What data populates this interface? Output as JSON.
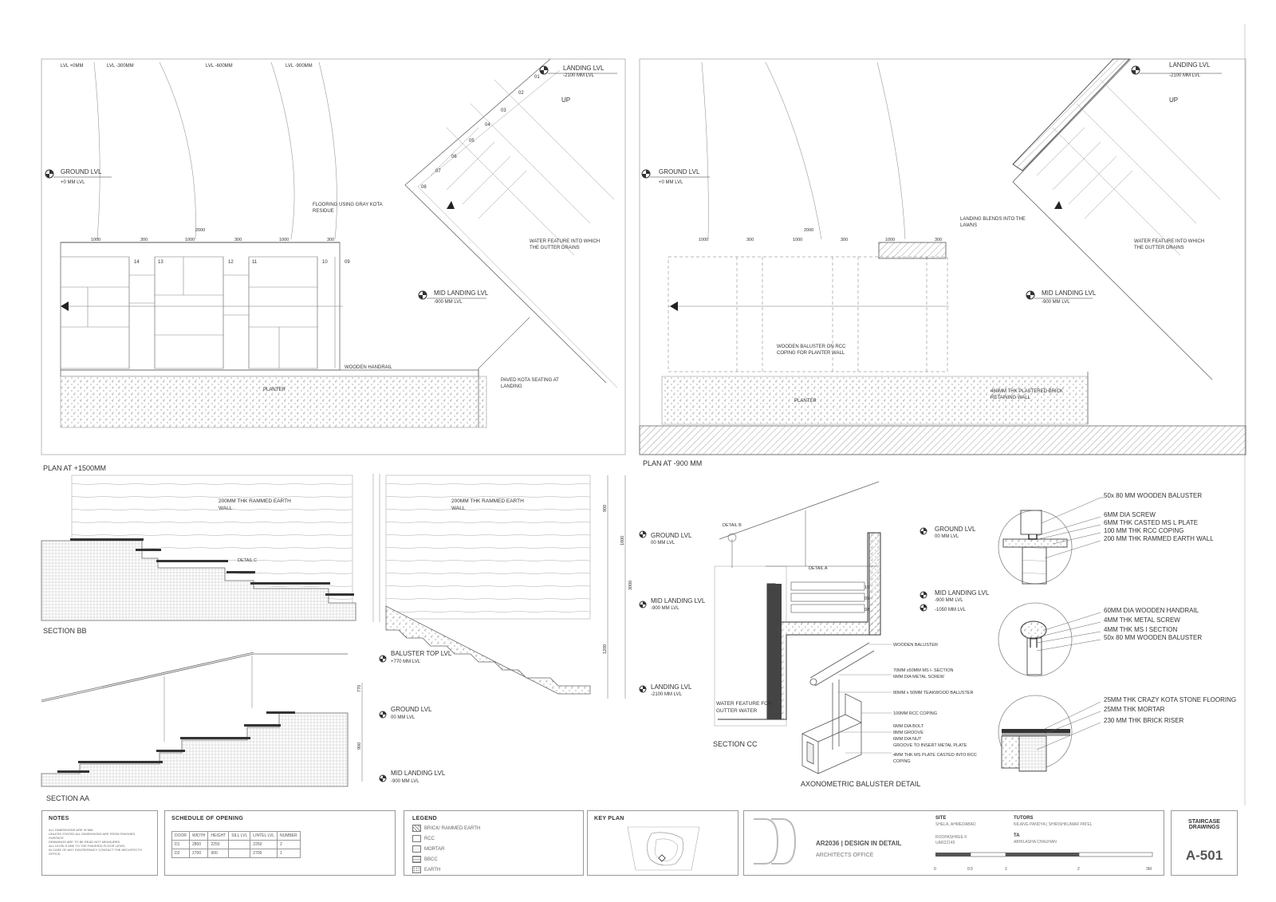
{
  "plan_left": {
    "title": "PLAN AT +1500MM",
    "levels": [
      "LVL +0MM",
      "LVL -300MM",
      "LVL -600MM",
      "LVL -900MM"
    ],
    "ground": {
      "label": "GROUND LVL",
      "value": "+0 MM LVL"
    },
    "landing": {
      "label": "LANDING LVL",
      "value": "-2100 MM LVL"
    },
    "mid": {
      "label": "MID LANDING LVL",
      "value": "-900 MM LVL"
    },
    "up": "UP",
    "notes": {
      "flooring_1": "FLOORING USING GRAY KOTA",
      "flooring_2": "RESIDUE",
      "water_1": "WATER FEATURE INTO WHICH",
      "water_2": "THE GUTTER DRAINS",
      "handrail": "WOODEN HANDRAIL",
      "planter": "PLANTER",
      "paved_1": "PAVED KOTA SEATING AT",
      "paved_2": "LANDING"
    },
    "dims": [
      "1000",
      "300",
      "1000",
      "300",
      "1000",
      "300"
    ],
    "overall": "2000",
    "steps_top": [
      "14",
      "13",
      "12",
      "11",
      "10",
      "09"
    ],
    "steps_diag": [
      "01",
      "02",
      "03",
      "04",
      "05",
      "06",
      "07",
      "08"
    ]
  },
  "plan_right": {
    "title": "PLAN AT -900 MM",
    "ground": {
      "label": "GROUND LVL",
      "value": "+0 MM LVL"
    },
    "landing": {
      "label": "LANDING LVL",
      "value": "-2100 MM LVL"
    },
    "mid": {
      "label": "MID LANDING LVL",
      "value": "-900 MM LVL"
    },
    "up": "UP",
    "notes": {
      "lawn_1": "LANDING BLENDS INTO THE",
      "lawn_2": "LAWNS",
      "water_1": "WATER FEATURE INTO WHICH",
      "water_2": "THE GUTTER DRAINS",
      "bal_1": "WOODEN BALUSTER ON RCC",
      "bal_2": "COPING FOR PLANTER WALL",
      "planter": "PLANTER",
      "wall_1": "460MM THK PLASTERED BRICK",
      "wall_2": "RETAINING WALL"
    },
    "dims": [
      "1000",
      "300",
      "1000",
      "300",
      "1000",
      "300"
    ],
    "overall": "2000"
  },
  "section_bb": {
    "title": "SECTION BB",
    "wall_1": "200MM THK RAMMED EARTH",
    "wall_2": "WALL",
    "detail": "DETAIL C",
    "levels": [
      {
        "label": "GROUND LVL",
        "value": "00 MM LVL"
      },
      {
        "label": "MID LANDING LVL",
        "value": "-900 MM LVL"
      },
      {
        "label": "LANDING LVL",
        "value": "-2100 MM LVL"
      }
    ],
    "dim_1": "900",
    "dim_2": "1200",
    "dim_3": "3000",
    "dim_4": "1800"
  },
  "section_aa": {
    "title": "SECTION AA",
    "levels": [
      {
        "label": "BALUSTER TOP LVL",
        "value": "+770 MM LVL"
      },
      {
        "label": "GROUND LVL",
        "value": "00 MM LVL"
      },
      {
        "label": "MID LANDING LVL",
        "value": "-900 MM LVL"
      }
    ],
    "dim_top": "770",
    "dim_bot": "900"
  },
  "section_cc": {
    "title": "SECTION CC",
    "detail_b": "DETAIL B",
    "detail_a": "DETAIL A",
    "levels": [
      {
        "label": "GROUND LVL",
        "value": "00 MM LVL"
      },
      {
        "label": "MID LANDING LVL",
        "value": "-900 MM LVL"
      },
      {
        "label": "",
        "value": "-1050 MM LVL"
      }
    ],
    "water_1": "WATER FEATURE FOR",
    "water_2": "GUTTER WATER",
    "steps": [
      "10",
      "09",
      "08"
    ]
  },
  "axo": {
    "title": "AXONOMETRIC BALUSTER DETAIL",
    "labels": [
      "WOODEN BALUSTER",
      "70MM x50MM MS I- SECTION",
      "6MM DIA METAL SCREW",
      "80MM x 50MM TEAKWOOD BALUSTER",
      "100MM RCC COPING",
      "6MM DIA BOLT",
      "8MM GROOVE",
      "6MM DIA NUT",
      "GROOVE TO INSERT METAL PLATE",
      "4MM THK MS PLATE CASTED INTO RCC",
      "COPING"
    ]
  },
  "details": {
    "d1": [
      "50x 80 MM WOODEN BALUSTER",
      "6MM DIA SCREW",
      "6MM THK CASTED MS L PLATE",
      "100 MM THK RCC COPING",
      "200 MM THK RAMMED EARTH WALL"
    ],
    "d2": [
      "60MM DIA WOODEN HANDRAIL",
      "4MM THK METAL SCREW",
      "4MM THK MS I SECTION",
      "50x 80 MM WOODEN BALUSTER"
    ],
    "d3": [
      "25MM THK CRAZY KOTA STONE FLOORING",
      "25MM THK MORTAR",
      "230 MM THK BRICK RISER"
    ]
  },
  "titleblock": {
    "notes_title": "NOTES",
    "notes_lines": [
      "ALL DIMENSIONS ARE IN MM",
      "UNLESS STATED ALL DIMENSIONS ARE FROM FINISHED SURFACE",
      "DRAWINGS ARE TO BE READ NOT MEASURED",
      "ALL LEVELS ARE TO THE FINISHED FLOOR LEVEL",
      "IN CASE OF ANY DISCREPANCY CONTACT THE ARCHITECTS OFFICE"
    ],
    "schedule_title": "SCHEDULE OF OPENING",
    "schedule_headers": [
      "DOOR",
      "WIDTH",
      "HEIGHT",
      "SILL LVL",
      "LINTEL LVL",
      "NUMBER"
    ],
    "schedule_rows": [
      [
        "D1",
        "2800",
        "2250",
        "",
        "2250",
        "2"
      ],
      [
        "D2",
        "2700",
        "900",
        "",
        "2700",
        "1"
      ]
    ],
    "legend_title": "LEGEND",
    "legend_items": [
      "BRICK/ RAMMED EARTH",
      "RCC",
      "MORTAR",
      "BBCC",
      "EARTH"
    ],
    "keyplan_title": "KEY PLAN",
    "course": "AR2036 | DESIGN IN DETAIL",
    "office": "ARCHITECTS OFFICE",
    "site_label": "SITE",
    "site": "SHELA, AHMEDABAD",
    "student": "ROOPASHREE K",
    "student_id": "UAR22145",
    "tutors_label": "TUTORS",
    "tutors": "NILANG PANDYA | SHIRISHKUMAR PATEL",
    "ta_label": "TA",
    "ta": "ABHILASHA CHAUHAN",
    "scale": [
      "0",
      "0.5",
      "1",
      "2",
      "3M"
    ],
    "sheet_title_1": "STAIRCASE",
    "sheet_title_2": "DRAWINGS",
    "sheet_no": "A-501"
  }
}
